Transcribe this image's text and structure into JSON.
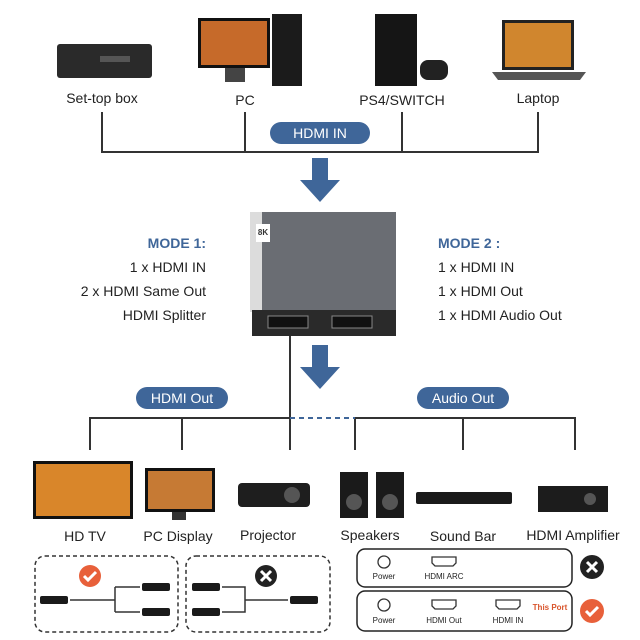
{
  "sources": [
    {
      "label": "Set-top box",
      "icon": "set-top-box-icon"
    },
    {
      "label": "PC",
      "icon": "pc-icon"
    },
    {
      "label": "PS4/SWITCH",
      "icon": "game-console-icon"
    },
    {
      "label": "Laptop",
      "icon": "laptop-icon"
    }
  ],
  "hdmi_in_label": "HDMI IN",
  "mode1": {
    "title": "MODE 1:",
    "lines": [
      "1 x HDMI IN",
      "2 x HDMI Same Out",
      "HDMI Splitter"
    ]
  },
  "mode2": {
    "title": "MODE 2 :",
    "lines": [
      "1 x HDMI IN",
      "1 x HDMI Out",
      "1 x HDMI Audio Out"
    ]
  },
  "device_badge": "8K",
  "hdmi_out_label": "HDMI Out",
  "audio_out_label": "Audio Out",
  "outputs": [
    {
      "label": "HD TV"
    },
    {
      "label": "PC Display"
    },
    {
      "label": "Projector"
    },
    {
      "label": "Speakers"
    },
    {
      "label": "Sound Bar"
    },
    {
      "label": "HDMI Amplifier"
    }
  ],
  "port_panels": [
    {
      "ports": [
        "Power",
        "HDMI ARC"
      ],
      "status": "wrong"
    },
    {
      "ports": [
        "Power",
        "HDMI Out",
        "HDMI IN"
      ],
      "note": "This Port",
      "status": "correct"
    }
  ],
  "colors": {
    "accent": "#3f6699",
    "ok": "#e8603a",
    "no": "#222222"
  }
}
